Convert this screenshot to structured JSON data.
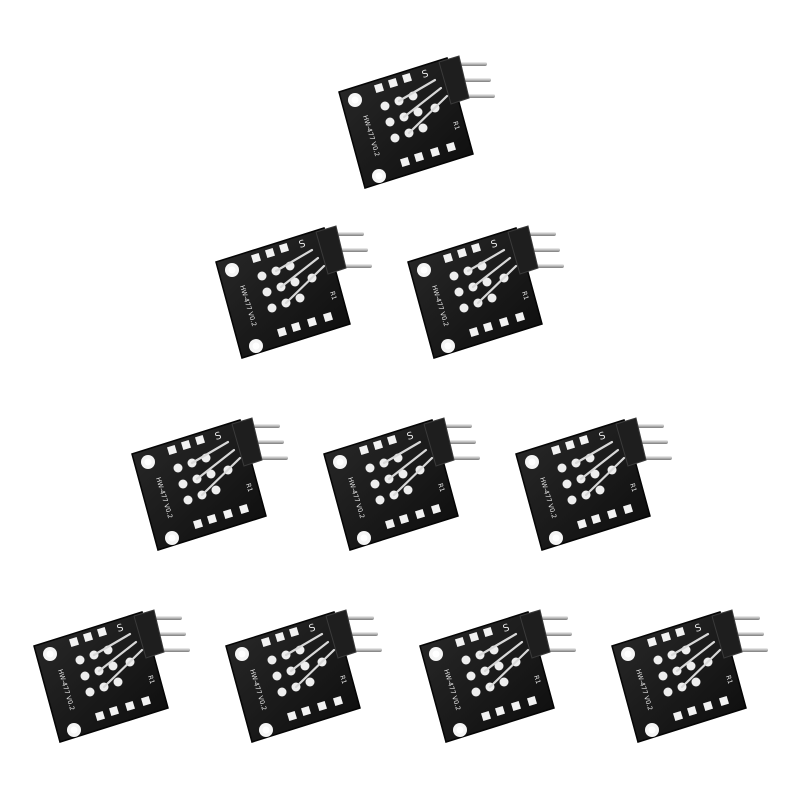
{
  "scene": {
    "background": "#ffffff",
    "module_count": 10,
    "pcb_color": "#141414",
    "pad_color": "#f2f2f2",
    "pin_color": "#c9c9c9",
    "header_color": "#1c1c1c",
    "silkscreen": {
      "signal_label": "S",
      "part_label": "HW-477 V0.2",
      "ref_label": "R1"
    },
    "layout_rows": [
      1,
      2,
      3,
      4
    ]
  }
}
